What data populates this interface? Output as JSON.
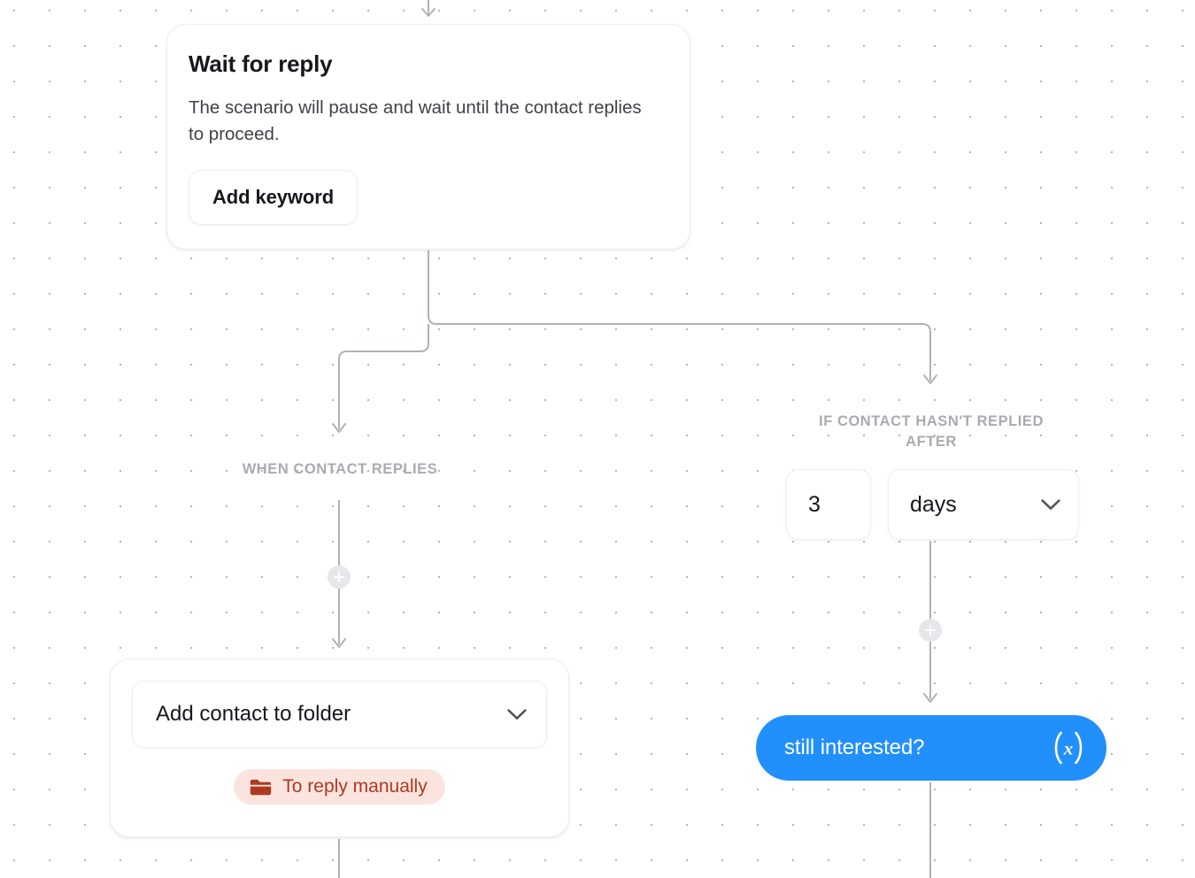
{
  "canvas": {
    "grid": "dot-grid",
    "background_color": "#ffffff",
    "dot_color": "#b4b6bb"
  },
  "nodes": {
    "wait_for_reply": {
      "title": "Wait for reply",
      "description": "The scenario will pause and wait until the contact replies to proceed.",
      "add_keyword_label": "Add keyword"
    },
    "add_contact_to_folder": {
      "action_label": "Add contact to folder",
      "folder_tag_label": "To reply manually",
      "folder_tag_bg": "#FCE4DE",
      "folder_tag_color": "#AC3A20"
    },
    "message": {
      "text": "still interested?",
      "bubble_color": "#2190FC",
      "merge_tag": "(x)"
    }
  },
  "branches": {
    "left": {
      "label": "WHEN CONTACT REPLIES"
    },
    "right": {
      "label": "IF CONTACT HASN'T REPLIED AFTER",
      "delay_amount": "3",
      "delay_unit": "days"
    }
  },
  "edge_actions": {
    "add_step_label": "+"
  }
}
